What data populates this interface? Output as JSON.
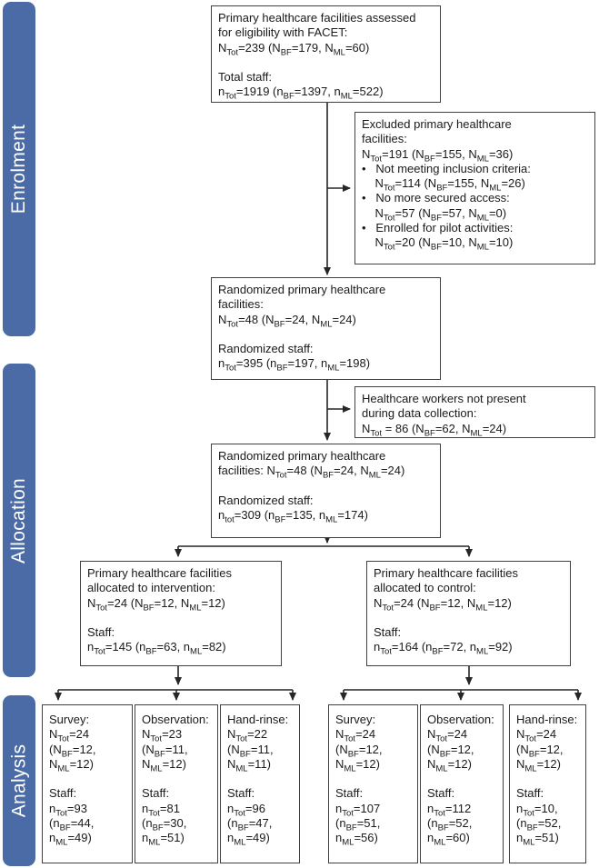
{
  "figure": {
    "type": "consort-flow-diagram",
    "colors": {
      "sidebar_fill": "#4a6ba5",
      "sidebar_text": "#ffffff",
      "box_border": "#404040",
      "arrow": "#262626",
      "background": "#ffffff"
    }
  },
  "sidebar": {
    "sections": [
      {
        "label": "Enrolment"
      },
      {
        "label": "Allocation"
      },
      {
        "label": "Analysis"
      }
    ]
  },
  "boxes": {
    "assessed": {
      "lines": [
        "Primary healthcare facilities assessed",
        "for eligibility with FACET:",
        "N~Tot~=239 (N~BF~=179, N~ML~=60)",
        "",
        "Total staff:",
        "n~Tot~=1919 (n~BF~=1397, n~ML~=522)"
      ]
    },
    "excluded": {
      "lines": [
        "Excluded primary healthcare",
        "facilities:",
        "N~Tot~=191 (N~BF~=155, N~ML~=36)",
        "•   Not meeting inclusion criteria:",
        "    N~Tot~=114 (N~BF~=155, N~ML~=26)",
        "•   No more secured access:",
        "    N~Tot~=57 (N~BF~=57, N~ML~=0)",
        "•   Enrolled for pilot activities:",
        "    N~Tot~=20 (N~BF~=10, N~ML~=10)"
      ]
    },
    "randomized_enrolment": {
      "lines": [
        "Randomized primary healthcare",
        "facilities:",
        "N~Tot~=48 (N~BF~=24, N~ML~=24)",
        "",
        "Randomized staff:",
        "n~Tot~=395 (n~BF~=197, n~ML~=198)"
      ]
    },
    "not_present": {
      "lines": [
        "Healthcare workers not present",
        "during data collection:",
        "N~Tot~ = 86 (N~BF~=62, N~ML~=24)"
      ]
    },
    "randomized_allocation": {
      "lines": [
        "Randomized primary healthcare",
        "facilities: N~Tot~=48 (N~BF~=24, N~ML~=24)",
        "",
        "Randomized staff:",
        "n~tot~=309 (n~BF~=135, n~ML~=174)"
      ]
    },
    "intervention": {
      "lines": [
        "Primary healthcare facilities",
        "allocated to intervention:",
        "N~Tot~=24 (N~BF~=12, N~ML~=12)",
        "",
        "Staff:",
        "n~Tot~=145 (n~BF~=63, n~ML~=82)"
      ]
    },
    "control": {
      "lines": [
        "Primary healthcare facilities",
        "allocated to control:",
        "N~Tot~=24 (N~BF~=12, N~ML~=12)",
        "",
        "Staff:",
        "n~Tot~=164 (n~BF~=72, n~ML~=92)"
      ]
    },
    "analysis_intervention": [
      {
        "lines": [
          "Survey:",
          "N~Tot~=24",
          "(N~BF~=12,",
          "N~ML~=12)",
          "",
          "Staff:",
          "n~Tot~=93",
          "(n~BF~=44,",
          "n~ML~=49)"
        ]
      },
      {
        "lines": [
          "Observation:",
          "N~Tot~=23",
          "(N~BF~=11,",
          "N~ML~=12)",
          "",
          "Staff:",
          "n~Tot~=81",
          "(n~BF~=30,",
          "n~ML~=51)"
        ]
      },
      {
        "lines": [
          "Hand-rinse:",
          "N~Tot~=22",
          "(N~BF~=11,",
          "N~ML~=11)",
          "",
          "Staff:",
          "n~Tot~=96",
          "(n~BF~=47,",
          "n~ML~=49)"
        ]
      }
    ],
    "analysis_control": [
      {
        "lines": [
          "Survey:",
          "N~Tot~=24",
          "(N~BF~=12,",
          "N~ML~=12)",
          "",
          "Staff:",
          "n~Tot~=107",
          "(n~BF~=51,",
          "n~ML~=56)"
        ]
      },
      {
        "lines": [
          "Observation:",
          "N~Tot~=24",
          "(N~BF~=12,",
          "N~ML~=12)",
          "",
          "Staff:",
          "n~Tot~=112",
          "(n~BF~=52,",
          "n~ML~=60)"
        ]
      },
      {
        "lines": [
          "Hand-rinse:",
          "N~Tot~=24",
          "(N~BF~=12,",
          "N~ML~=12)",
          "",
          "Staff:",
          "n~Tot~=10,",
          "(n~BF~=52,",
          "n~ML~=51)"
        ]
      }
    ]
  }
}
